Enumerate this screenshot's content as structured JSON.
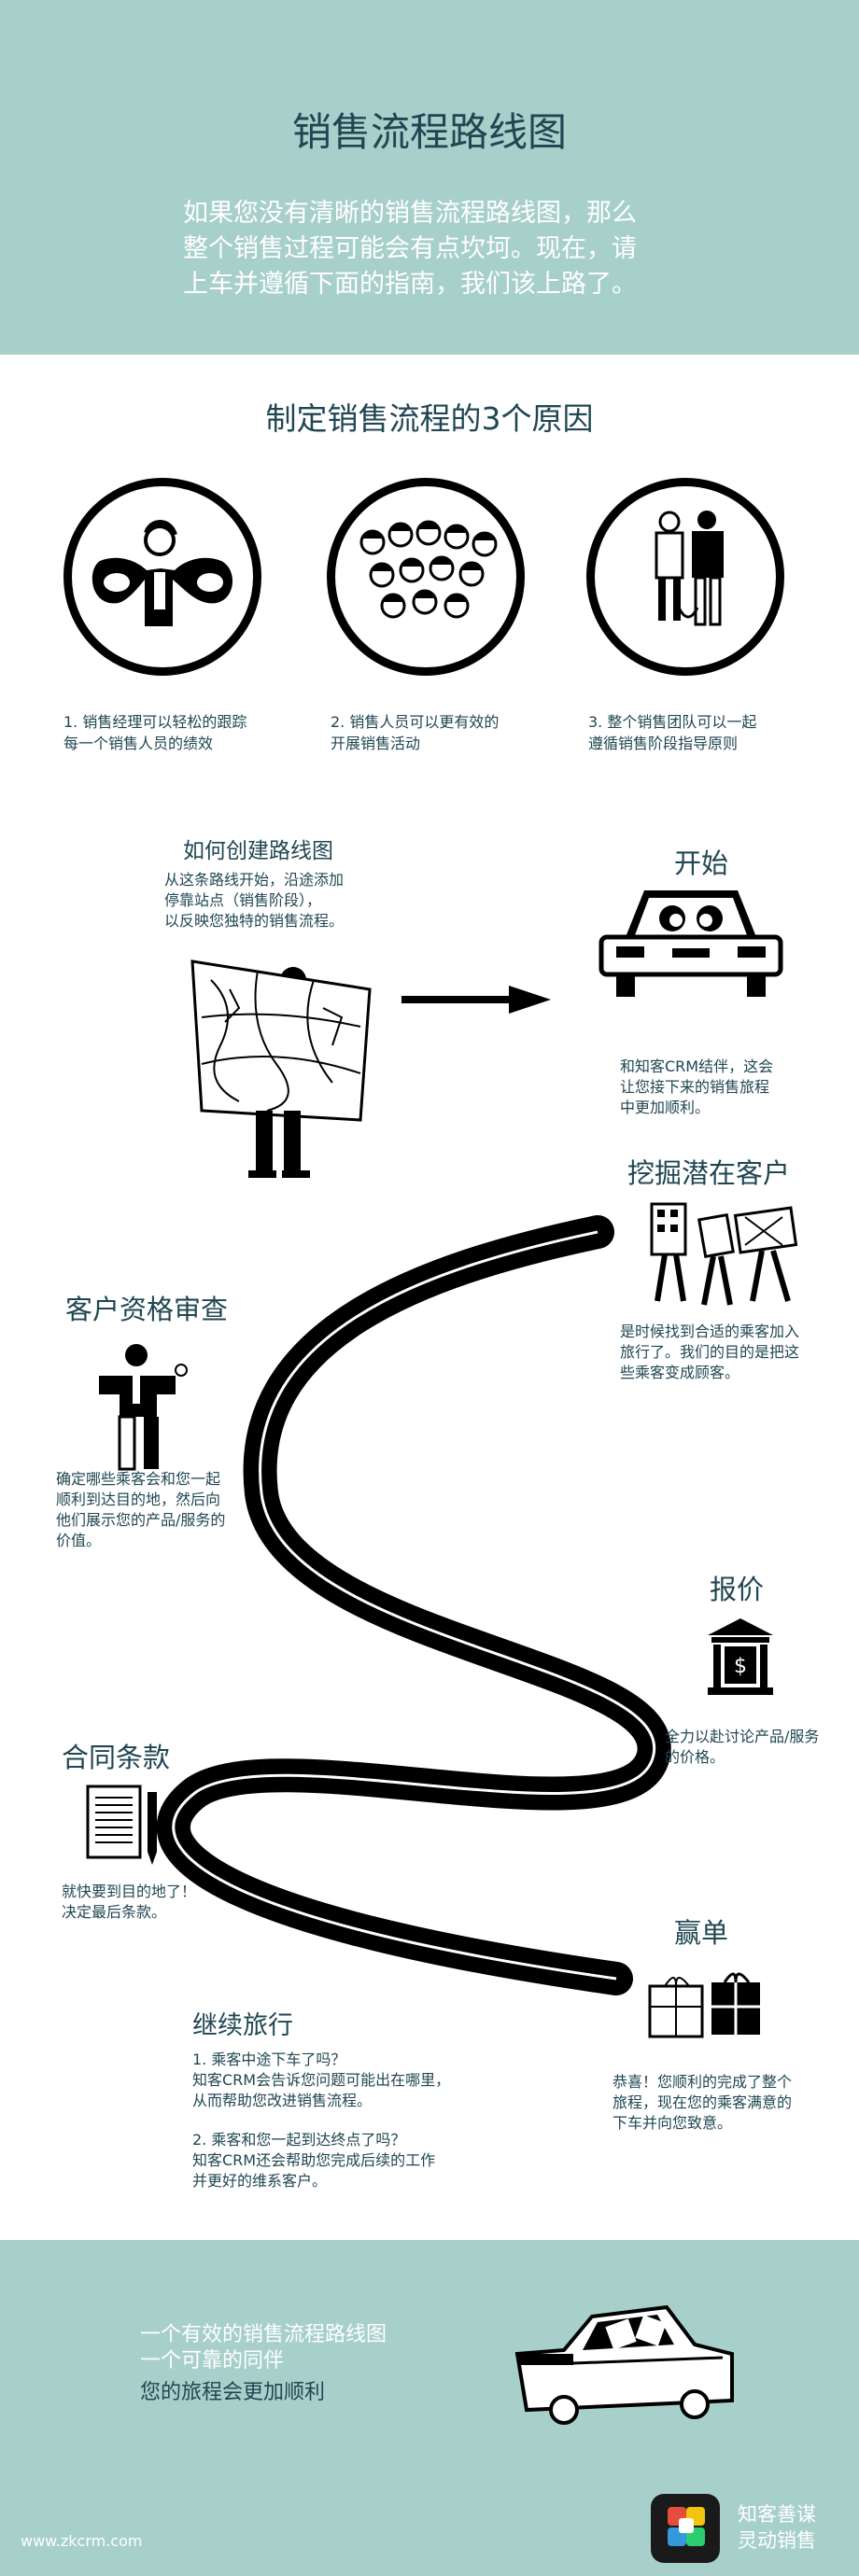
{
  "header": {
    "title": "销售流程路线图",
    "intro_lines": [
      "如果您没有清晰的销售流程路线图，那么",
      "整个销售过程可能会有点坎坷。现在，请",
      "上车并遵循下面的指南，我们该上路了。"
    ]
  },
  "reasons": {
    "title": "制定销售流程的3个原因",
    "items": [
      {
        "line1": "1. 销售经理可以轻松的跟踪",
        "line2": "每一个销售人员的绩效",
        "icon": "manager-illustration"
      },
      {
        "line1": "2. 销售人员可以更有效的",
        "line2": "开展销售活动",
        "icon": "salespeople-crowd-illustration"
      },
      {
        "line1": "3. 整个销售团队可以一起",
        "line2": "遵循销售阶段指导原则",
        "icon": "team-illustration"
      }
    ]
  },
  "how_to": {
    "title": "如何创建路线图",
    "lines": [
      "从这条路线开始，沿途添加",
      "停靠站点（销售阶段），",
      "以反映您独特的销售流程。"
    ]
  },
  "stages": {
    "start": {
      "title": "开始",
      "lines": [
        "和知客CRM结伴，这会",
        "让您接下来的销售旅程",
        "中更加顺利。"
      ]
    },
    "prospect": {
      "title": "挖掘潜在客户",
      "lines": [
        "是时候找到合适的乘客加入",
        "旅行了。我们的目的是把这",
        "些乘客变成顾客。"
      ]
    },
    "qualify": {
      "title": "客户资格审查",
      "lines": [
        "确定哪些乘客会和您一起",
        "顺利到达目的地，然后向",
        "他们展示您的产品/服务的",
        "价值。"
      ]
    },
    "quote": {
      "title": "报价",
      "lines": [
        "全力以赴讨论产品/服务",
        "的价格。"
      ]
    },
    "contract": {
      "title": "合同条款",
      "lines": [
        "就快要到目的地了！",
        "决定最后条款。"
      ]
    },
    "win": {
      "title": "赢单",
      "lines": [
        "恭喜！您顺利的完成了整个",
        "旅程，现在您的乘客满意的",
        "下车并向您致意。"
      ]
    },
    "continue": {
      "title": "继续旅行",
      "lines": [
        "1. 乘客中途下车了吗？",
        "知客CRM会告诉您问题可能出在哪里，",
        "从而帮助您改进销售流程。",
        "2. 乘客和您一起到达终点了吗？",
        "知客CRM还会帮助您完成后续的工作",
        "并更好的维系客户。"
      ]
    }
  },
  "footer": {
    "line1": "一个有效的销售流程路线图",
    "line2": "一个可靠的同伴",
    "line3": "您的旅程会更加顺利",
    "website": "www.zkcrm.com",
    "brand_line1": "知客善谋",
    "brand_line2": "灵动销售"
  },
  "colors": {
    "accent": "#a8d0ca",
    "text": "#1f4652",
    "road": "#000000"
  }
}
